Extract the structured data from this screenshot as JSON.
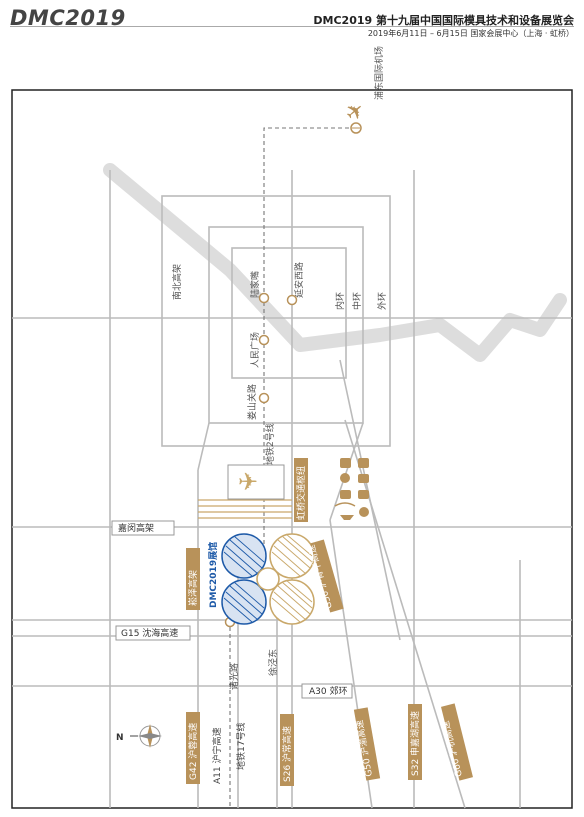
{
  "header": {
    "brand": "DMC2019",
    "title": "DMC2019 第十九届中国国际模具技术和设备展览会",
    "subtitle": "2019年6月11日 – 6月15日 国家会展中心（上海 · 虹桥）"
  },
  "colors": {
    "gold": "#b8925a",
    "blue": "#1e5aa8",
    "road": "#bbbbbb",
    "dark_road": "#888888"
  },
  "icons": [
    "airplane-icon",
    "compass-icon",
    "metro-icon",
    "bus-icon",
    "car-icon",
    "rail-icon",
    "boat-icon"
  ],
  "map": {
    "airport_label": "浦东国际机场",
    "rings": {
      "inner": "内环",
      "middle": "中环",
      "outer": "外环"
    },
    "roads": {
      "north_south_elevated": "南北高架",
      "yanan_west": "延安西路",
      "jiamin": "嘉闵高架",
      "g15": "G15 沈海高速",
      "a30": "A30 郊环",
      "xujing_east": "徐泾东",
      "zhuguang": "诸光路"
    },
    "metro_stations": {
      "lujiazui": "陆家嘴",
      "peoples_square": "人民广场",
      "loushanguan": "娄山关路",
      "line2": "地铁2号线",
      "line17": "地铁17号线"
    },
    "hub_label": "虹桥交通枢纽",
    "venue_label": "DMC2019展馆",
    "panel_labels": {
      "songze": "崧泽高架",
      "g50_east": "G50 沪青平高速"
    },
    "highways_bottom": [
      {
        "label": "G42 沪蓉高速"
      },
      {
        "label": "A11 沪宁高速"
      },
      {
        "label": "地铁17号线"
      },
      {
        "label": "S26 沪常高速"
      },
      {
        "label": "G50 沪渝高速"
      },
      {
        "label": "S32 申嘉湖高速"
      },
      {
        "label": "G60 沪杭高速"
      }
    ],
    "compass_label": "N"
  }
}
